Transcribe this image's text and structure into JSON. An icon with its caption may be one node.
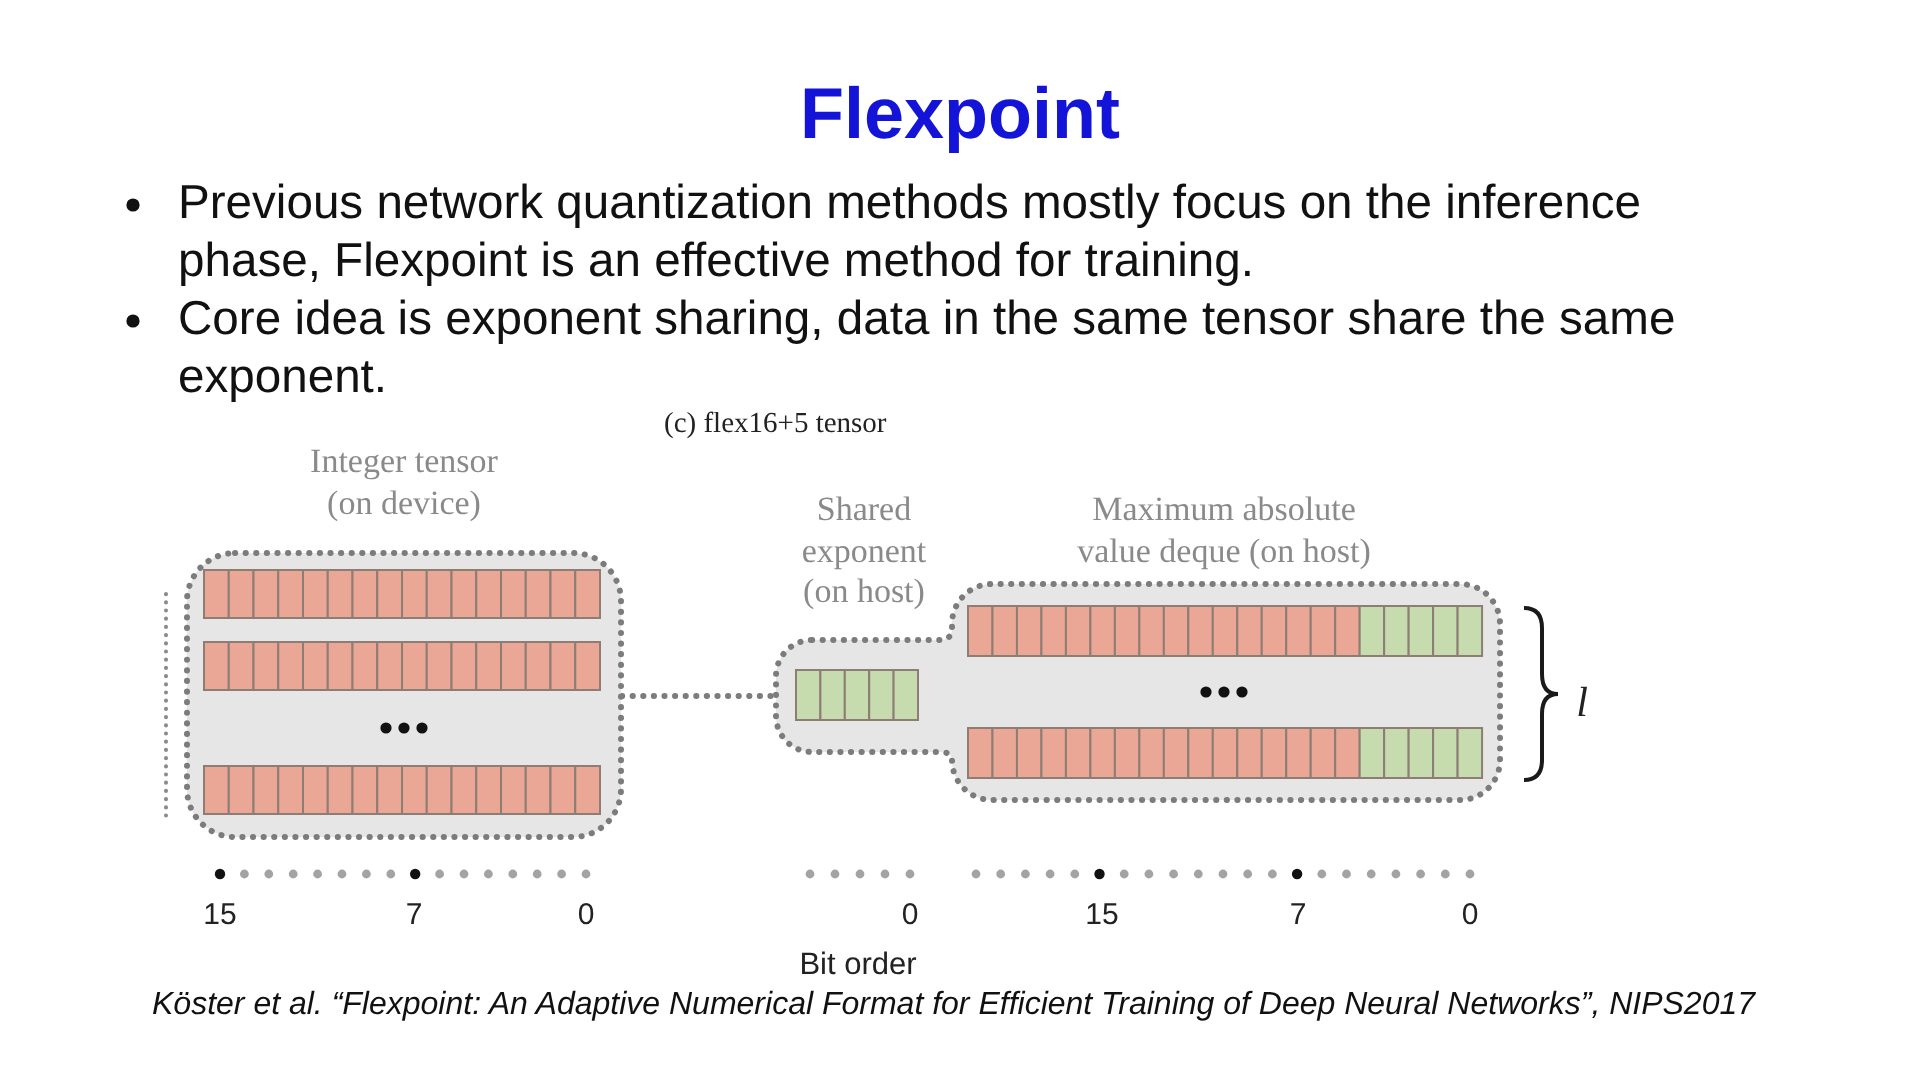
{
  "diagram": {
    "title": "Flexpoint",
    "caption": "Köster et al. “Flexpoint: An Adaptive Numerical Format for Efficient Training of Deep Neural Networks”, NIPS2017",
    "nodes": [
      {
        "text": [
          "Integer tensor (on device)"
        ]
      },
      {
        "text": [
          "Shared exponent (on host)",
          "Maximum absolute value deque (on host)"
        ]
      }
    ],
    "edges": [
      {
        "from": 0,
        "to": 1,
        "arrow": "none",
        "style": "dashed"
      }
    ],
    "labels": [
      "Previous network quantization methods mostly focus on the inference phase, Flexpoint is an effective method for training.",
      "Core idea is exponent sharing, data in the same tensor share the same exponent.",
      "(c) flex16+5 tensor",
      "l",
      "15",
      "7",
      "0",
      "0",
      "15",
      "7",
      "0",
      "Bit order"
    ]
  }
}
